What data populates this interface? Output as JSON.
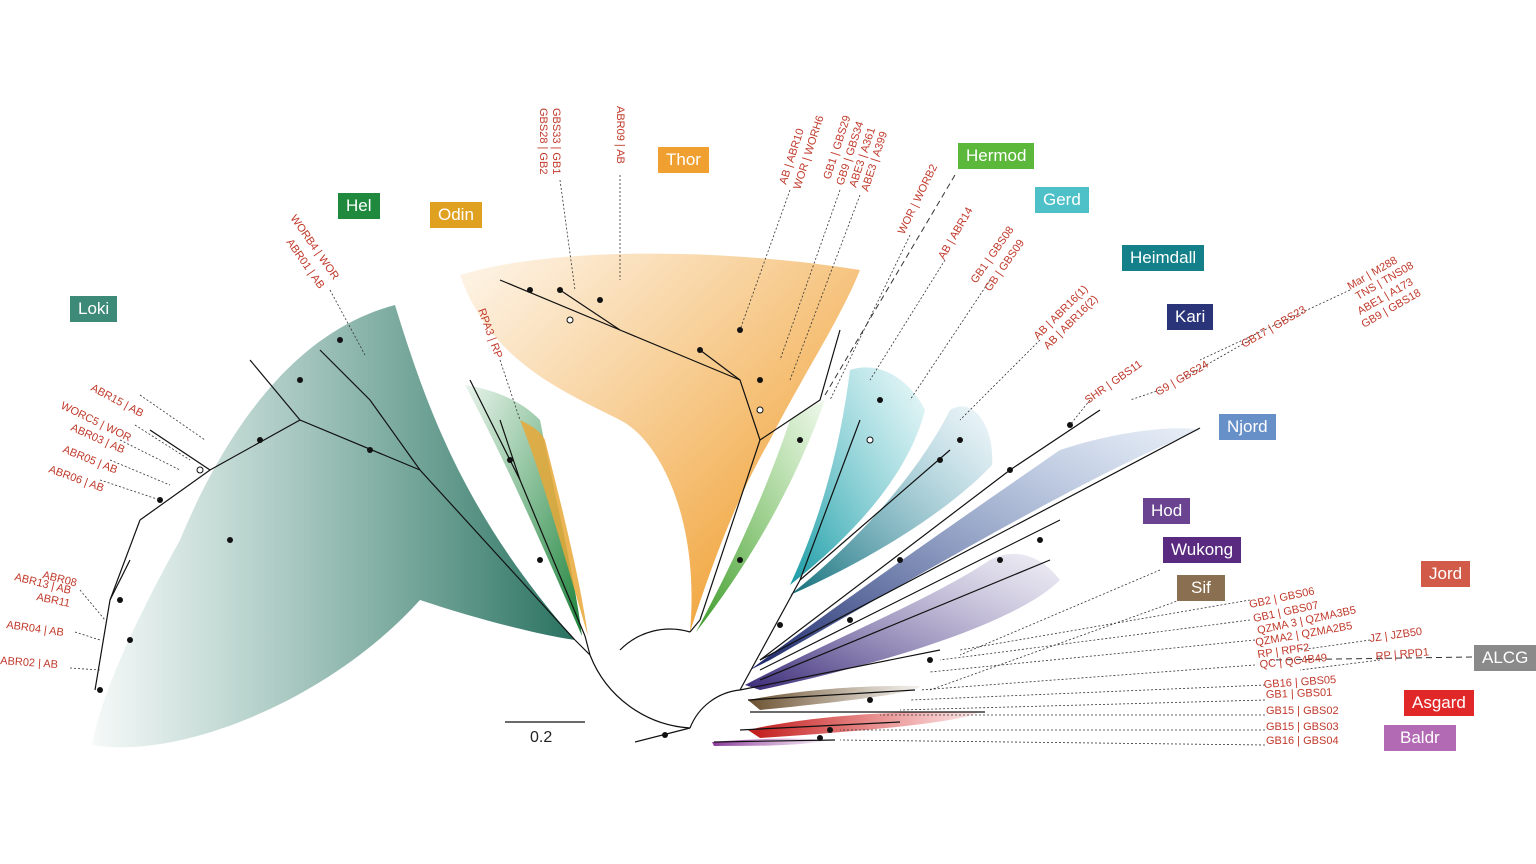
{
  "figure": {
    "scale_bar": "0.2"
  },
  "clades": [
    {
      "name": "Loki",
      "color": "#3e8a78"
    },
    {
      "name": "Hel",
      "color": "#1f8a3e"
    },
    {
      "name": "Odin",
      "color": "#e0a020"
    },
    {
      "name": "Thor",
      "color": "#f0a030"
    },
    {
      "name": "Hermod",
      "color": "#5cb83a"
    },
    {
      "name": "Gerd",
      "color": "#4ec0c8"
    },
    {
      "name": "Heimdall",
      "color": "#14808a"
    },
    {
      "name": "Kari",
      "color": "#2a3478"
    },
    {
      "name": "Njord",
      "color": "#6890c8"
    },
    {
      "name": "Hod",
      "color": "#6a4490"
    },
    {
      "name": "Wukong",
      "color": "#5a2a80"
    },
    {
      "name": "Sif",
      "color": "#8a7050"
    },
    {
      "name": "Jord",
      "color": "#d25a48"
    },
    {
      "name": "ALCG",
      "color": "#8a8a8a"
    },
    {
      "name": "Asgard",
      "color": "#e02828"
    },
    {
      "name": "Baldr",
      "color": "#b26ab4"
    }
  ],
  "leaves": {
    "loki": [
      "ABR15 | AB",
      "WORC5 | WOR",
      "ABR03 | AB",
      "ABR05 | AB",
      "ABR06 | AB",
      "ABR08",
      "ABR13 | AB",
      "ABR11",
      "ABR04 | AB",
      "ABR02 | AB"
    ],
    "hel": [
      "WORB4 | WOR",
      "ABR01 | AB"
    ],
    "odin": [
      "RPA3 | RP"
    ],
    "thor": [
      "GBS33 | GB1",
      "GBS28 | GB2",
      "ABR09 | AB"
    ],
    "hermod_group": [
      "AB | ABR10",
      "WOR | WORH6",
      "GB1 | GBS29",
      "GB9 | GBS34",
      "ABE3 | A361",
      "ABE3 | A399",
      "WOR | WORB2",
      "AB | ABR14"
    ],
    "heimdall_group": [
      "GB1 | GBS08",
      "GB | GBS09",
      "AB | ABR16(1)",
      "AB | ABR16(2)"
    ],
    "njord_group": [
      "SHR | GBS11",
      "G9 | GBS24",
      "GB17 | GBS23",
      "Mar | M288",
      "TNS | TNS08",
      "ABE1 | A173",
      "GB9 | GBS18"
    ],
    "jord_group": [
      "GB2 | GBS06",
      "GB1 | GBS07",
      "QZMA 3 | QZMA3B5",
      "QZMA2 | QZMA2B5",
      "JZ | JZB50",
      "RP | RPF2",
      "RP | RPD1",
      "QC | QC4B49",
      "GB16 | GBS05",
      "GB1 | GBS01",
      "GB15 | GBS02",
      "GB15 | GBS03",
      "GB16 | GBS04"
    ]
  }
}
